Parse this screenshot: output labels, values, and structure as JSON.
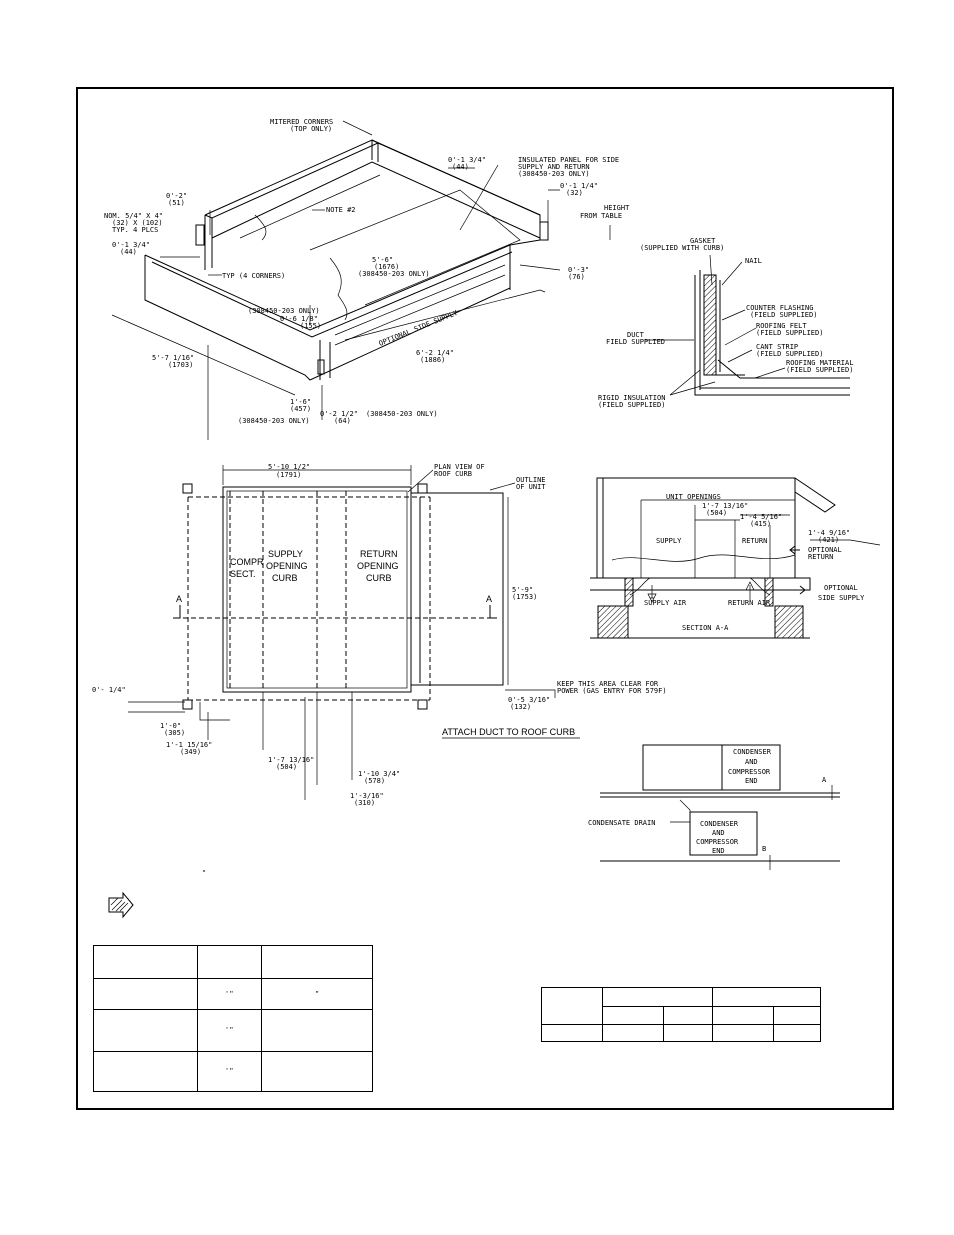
{
  "iso_view": {
    "mitered_corners": "MITERED CORNERS",
    "top_only": "(TOP ONLY)",
    "dim_0_1_3_4": "0'-1 3/4\"",
    "dim_44a": "(44)",
    "insulated_panel_1": "INSULATED PANEL FOR SIDE",
    "insulated_panel_2": "SUPPLY AND RETURN",
    "insulated_panel_3": "(308450-203 ONLY)",
    "dim_0_1_1_4": "0'-1 1/4\"",
    "dim_32": "(32)",
    "height_from_table_1": "HEIGHT",
    "height_from_table_2": "FROM TABLE",
    "dim_0_2": "0'-2\"",
    "dim_51": "(51)",
    "note_2": "NOTE #2",
    "nom_1": "NOM. 5/4\" X 4\"",
    "nom_2": "(32) X (102)",
    "nom_3": "TYP. 4 PLCS",
    "dim_0_1_3_4b": "0'-1 3/4\"",
    "dim_44b": "(44)",
    "typ_corners": "TYP (4 CORNERS)",
    "dim_5_6": "5'-6\"",
    "dim_1676": "(1676)",
    "only_308450_a": "(308450-203 ONLY)",
    "dim_0_3": "0'-3\"",
    "dim_76": "(76)",
    "only_308450_b": "(308450-203 ONLY)",
    "dim_0_6_1_8": "0'-6 1/8\"",
    "dim_155": "(155)",
    "optional_side_supply": "OPTIONAL SIDE SUPPLY",
    "dim_5_7_1_16": "5'-7 1/16\"",
    "dim_1703": "(1703)",
    "dim_6_2_1_4": "6'-2 1/4\"",
    "dim_1886": "(1886)",
    "dim_1_6": "1'-6\"",
    "dim_457": "(457)",
    "dim_0_2_1_2": "0'-2 1/2\"",
    "dim_64": "(64)",
    "only_308450_c": "(308450-203 ONLY)",
    "only_308450_d": "(308450-203 ONLY)"
  },
  "flashing_detail": {
    "gasket_1": "GASKET",
    "gasket_2": "(SUPPLIED WITH CURB)",
    "nail": "NAIL",
    "counter_flashing_1": "COUNTER FLASHING",
    "counter_flashing_2": "(FIELD SUPPLIED)",
    "roofing_felt_1": "ROOFING FELT",
    "roofing_felt_2": "(FIELD SUPPLIED)",
    "cant_strip_1": "CANT STRIP",
    "cant_strip_2": "(FIELD SUPPLIED)",
    "roofing_material_1": "ROOFING MATERIAL",
    "roofing_material_2": "(FIELD SUPPLIED)",
    "duct_1": "DUCT",
    "duct_2": "FIELD SUPPLIED",
    "rigid_insulation_1": "RIGID INSULATION",
    "rigid_insulation_2": "(FIELD SUPPLIED)"
  },
  "plan_view": {
    "dim_5_10_1_2": "5'-10 1/2\"",
    "dim_1791": "(1791)",
    "plan_view_1": "PLAN VIEW OF",
    "plan_view_2": "ROOF CURB",
    "outline_1": "OUTLINE",
    "outline_2": "OF UNIT",
    "compr_1": "COMPR",
    "compr_2": "SECT.",
    "supply_1": "SUPPLY",
    "supply_2": "OPENING",
    "supply_3": "CURB",
    "return_1": "RETURN",
    "return_2": "OPENING",
    "return_3": "CURB",
    "section_a_left": "A",
    "section_a_right": "A",
    "dim_5_9": "5'-9\"",
    "dim_1753": "(1753)",
    "dim_0_1_4": "0'- 1/4\"",
    "keep_clear_1": "KEEP THIS AREA CLEAR FOR",
    "keep_clear_2": "POWER (GAS ENTRY FOR 579F)",
    "dim_0_5_3_16": "0'-5 3/16\"",
    "dim_132": "(132)",
    "dim_1_0": "1'-0\"",
    "dim_305": "(305)",
    "dim_1_1_15_16": "1'-1 15/16\"",
    "dim_349": "(349)",
    "dim_1_7_13_16": "1'-7 13/16\"",
    "dim_504": "(504)",
    "dim_1_10_3_4": "1'-10 3/4\"",
    "dim_578": "(578)",
    "dim_1_3_16": "1'-3/16\"",
    "dim_310": "(310)",
    "attach_duct": "ATTACH DUCT TO ROOF CURB"
  },
  "section_view": {
    "unit_openings": "UNIT OPENINGS",
    "dim_1_7_13_16": "1'-7 13/16\"",
    "dim_504": "(504)",
    "dim_1_4_5_16": "1'-4 5/16\"",
    "dim_415": "(415)",
    "dim_1_4_9_16": "1'-4 9/16\"",
    "dim_421": "(421)",
    "supply": "SUPPLY",
    "return": "RETURN",
    "optional_return_1": "OPTIONAL",
    "optional_return_2": "RETURN",
    "supply_air": "SUPPLY AIR",
    "return_air": "RETURN AIR",
    "optional_side_supply_1": "OPTIONAL",
    "optional_side_supply_2": "SIDE SUPPLY",
    "section_aa": "SECTION A-A"
  },
  "level_detail": {
    "condenser_1": "CONDENSER",
    "condenser_2": "AND",
    "condenser_3": "COMPRESSOR",
    "condenser_4": "END",
    "label_a": "A",
    "condensate_drain": "CONDENSATE DRAIN",
    "label_b": "B"
  },
  "misc": {
    "stray_quote": "\"",
    "table1_r1": "'   \"",
    "table1_r1b": "\"",
    "table1_r2": "'   \"",
    "table1_r3": "'   \""
  }
}
